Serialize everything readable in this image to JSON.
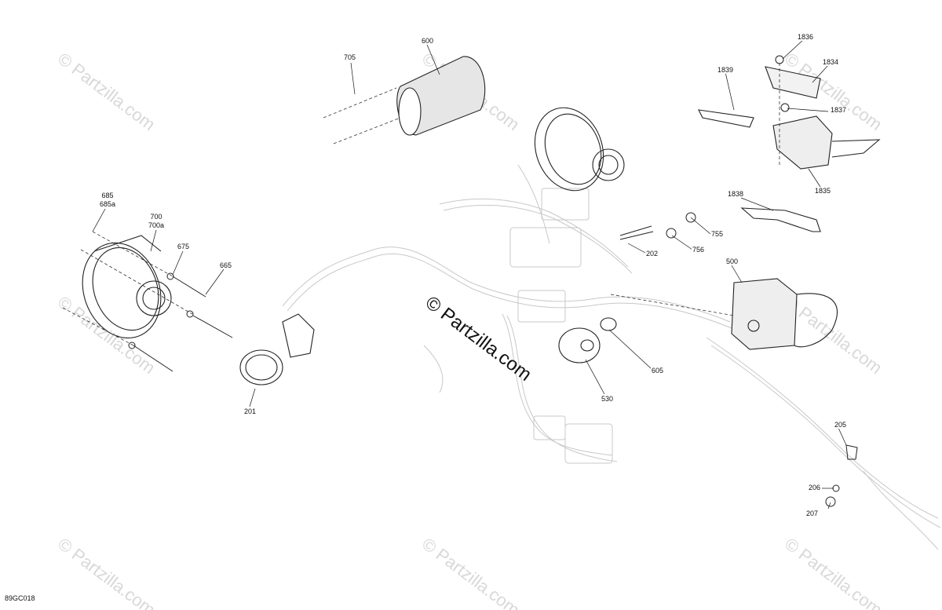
{
  "diagram": {
    "drawing_code": "89GC018",
    "watermark_text": "© Partzilla.com",
    "center_watermark_text": "© Partzilla.com",
    "callouts": {
      "c600": "600",
      "c705": "705",
      "c685": "685\n685a",
      "c700": "700\n700a",
      "c675": "675",
      "c665": "665",
      "c201": "201",
      "c202": "202",
      "c755": "755",
      "c756": "756",
      "c500": "500",
      "c605": "605",
      "c530": "530",
      "c1836": "1836",
      "c1834": "1834",
      "c1839": "1839",
      "c1837": "1837",
      "c1835": "1835",
      "c1838": "1838",
      "c205": "205",
      "c206": "206",
      "c207": "207"
    }
  }
}
